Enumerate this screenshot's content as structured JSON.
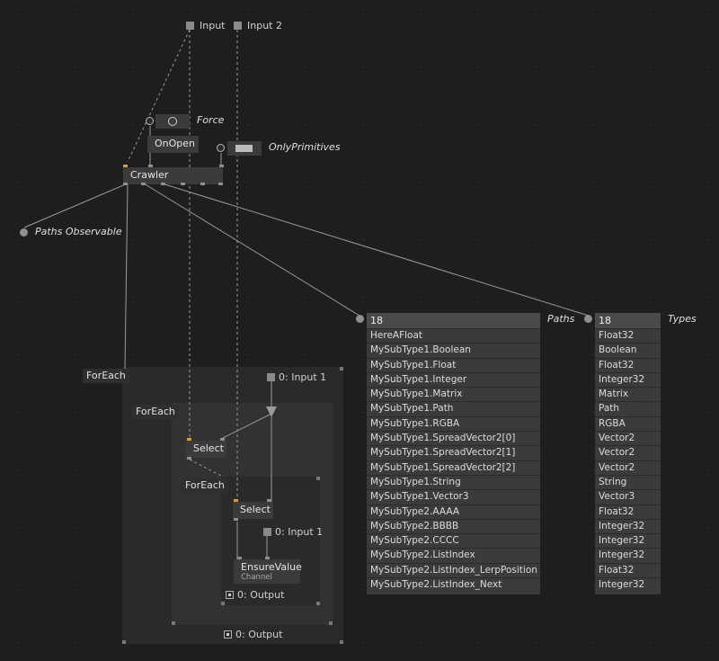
{
  "pads": {
    "input": "Input",
    "input2": "Input 2"
  },
  "nodes": {
    "force_label": "Force",
    "only_primitives_label": "OnlyPrimitives",
    "on_open": "OnOpen",
    "crawler": "Crawler",
    "paths_observable": "Paths Observable",
    "foreach_outer": "ForEach",
    "foreach_middle": "ForEach",
    "foreach_inner": "ForEach",
    "select1": "Select",
    "select2": "Select",
    "ensure_value": "EnsureValue",
    "ensure_value_sub": "Channel",
    "input1_outer": "0: Input 1",
    "input1_inner": "0: Input 1",
    "output_inner": "0: Output",
    "output_outer": "0: Output"
  },
  "paths_panel": {
    "label": "Paths",
    "count": "18",
    "items": [
      "HereAFloat",
      "MySubType1.Boolean",
      "MySubType1.Float",
      "MySubType1.Integer",
      "MySubType1.Matrix",
      "MySubType1.Path",
      "MySubType1.RGBA",
      "MySubType1.SpreadVector2[0]",
      "MySubType1.SpreadVector2[1]",
      "MySubType1.SpreadVector2[2]",
      "MySubType1.String",
      "MySubType1.Vector3",
      "MySubType2.AAAA",
      "MySubType2.BBBB",
      "MySubType2.CCCC",
      "MySubType2.ListIndex",
      "MySubType2.ListIndex_LerpPosition",
      "MySubType2.ListIndex_Next"
    ]
  },
  "types_panel": {
    "label": "Types",
    "count": "18",
    "items": [
      "Float32",
      "Boolean",
      "Float32",
      "Integer32",
      "Matrix",
      "Path",
      "RGBA",
      "Vector2",
      "Vector2",
      "Vector2",
      "String",
      "Vector3",
      "Float32",
      "Integer32",
      "Integer32",
      "Integer32",
      "Float32",
      "Integer32"
    ]
  },
  "colors": {
    "background": "#1e1e1e",
    "node": "#3b3b3b",
    "wire": "#9a9a9a",
    "accent_pin": "#d9a030"
  }
}
